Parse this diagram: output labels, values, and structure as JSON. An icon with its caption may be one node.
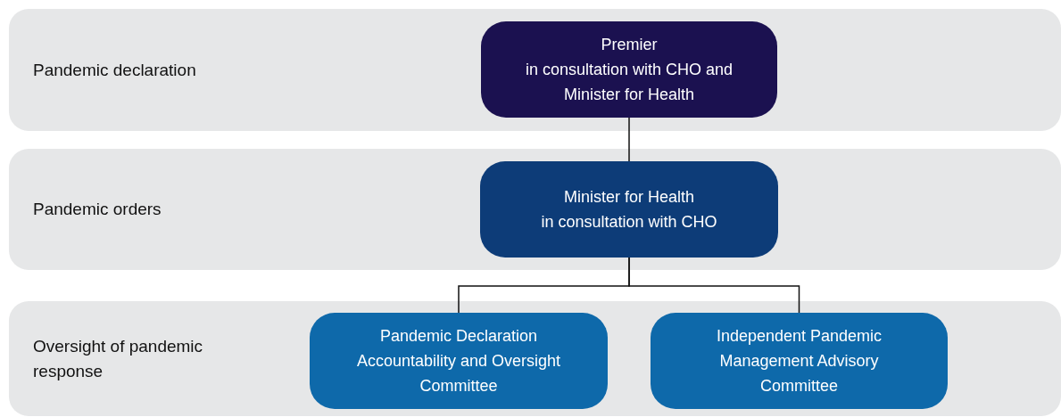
{
  "diagram": {
    "nodes": [
      {
        "text": [
          "Pandemic declaration"
        ]
      },
      {
        "text": [
          "Premier",
          "in consultation with CHO and Minister for Health"
        ],
        "in": 0
      },
      {
        "text": [
          "Pandemic orders"
        ]
      },
      {
        "text": [
          "Minister for Health",
          "in consultation with CHO"
        ],
        "in": 2
      },
      {
        "text": [
          "Oversight of pandemic response"
        ]
      },
      {
        "text": [
          "Pandemic Declaration Accountability and Oversight Committee"
        ],
        "in": 4
      },
      {
        "text": [
          "Independent Pandemic Management Advisory Committee"
        ],
        "in": 4
      }
    ],
    "edges": [
      {
        "from": 1,
        "to": 3,
        "arrow": "none"
      },
      {
        "from": 3,
        "to": 5,
        "arrow": "none"
      },
      {
        "from": 3,
        "to": 6,
        "arrow": "none"
      }
    ]
  }
}
